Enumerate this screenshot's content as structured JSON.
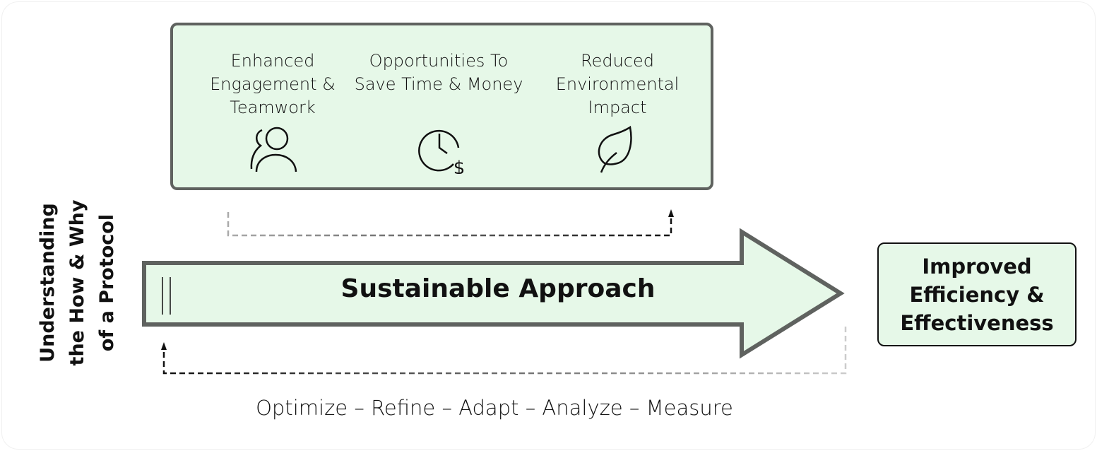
{
  "benefits": [
    {
      "label": "Enhanced Engagement & Teamwork",
      "icon": "people-icon"
    },
    {
      "label": "Opportunities To Save Time & Money",
      "icon": "clock-dollar-icon"
    },
    {
      "label": "Reduced Environmental Impact",
      "icon": "leaf-icon"
    }
  ],
  "arrow_label": "Sustainable Approach",
  "side_label": "Understanding the How & Why of a Protocol",
  "result": "Improved Efficiency & Effectiveness",
  "cycle_steps": "Optimize – Refine – Adapt – Analyze – Measure",
  "colors": {
    "fill": "#e6f8e8",
    "border": "#5f625f"
  }
}
